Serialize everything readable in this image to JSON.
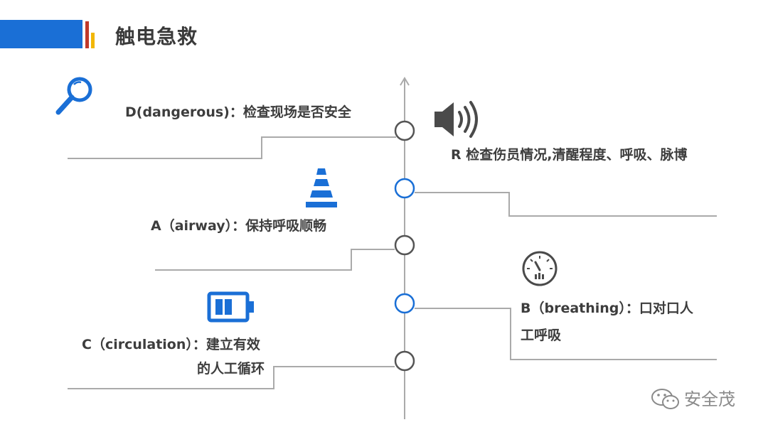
{
  "header": {
    "title": "触电急救"
  },
  "steps": [
    {
      "key": "D",
      "text": "D(dangerous)：检查现场是否安全",
      "icon": "magnifier-icon"
    },
    {
      "key": "R",
      "text": "R 检查伤员情况,清醒程度、呼吸、脉博",
      "icon": "speaker-icon"
    },
    {
      "key": "A",
      "text": "A（airway）：保持呼吸顺畅",
      "icon": "traffic-cone-icon"
    },
    {
      "key": "B",
      "line1": "B（breathing）：口对口人",
      "line2": "工呼吸",
      "icon": "gauge-icon"
    },
    {
      "key": "C",
      "line1": "C（circulation）：建立有效",
      "line2": "的人工循环",
      "icon": "battery-icon"
    }
  ],
  "watermark": {
    "text": "安全茂",
    "icon": "wechat-icon"
  },
  "colors": {
    "accent": "#1a6fd6",
    "line": "#aaaaaa",
    "node_dark": "#555555",
    "node_blue": "#1a6fd6"
  }
}
